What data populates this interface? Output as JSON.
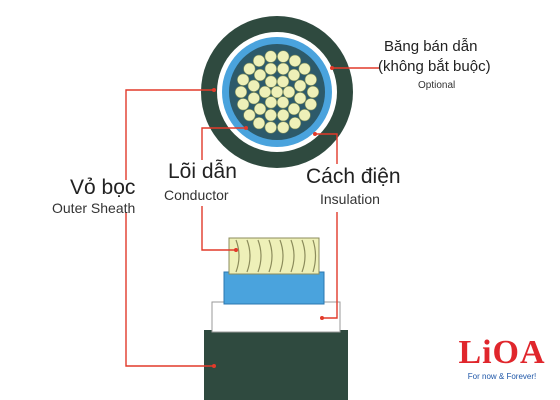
{
  "labels": {
    "semi_tape_vi_line1": "Băng bán dẫn",
    "semi_tape_vi_line2": "(không bắt buộc)",
    "semi_tape_en": "Optional",
    "sheath_vi": "Vỏ bọc",
    "sheath_en": "Outer Sheath",
    "conductor_vi": "Lõi dẫn",
    "conductor_en": "Conductor",
    "insulation_vi": "Cách điện",
    "insulation_en": "Insulation"
  },
  "logo": {
    "word": "LiOA",
    "tagline": "For now & Forever!"
  },
  "colors": {
    "sheath": "#2f4a3f",
    "white_layer": "#ffffff",
    "semiconductive_tape": "#4aa3dd",
    "conductor": "#eef0b8",
    "leader_line": "#e23a2a",
    "brand_red": "#e0262c",
    "brand_blue": "#1f57a8"
  }
}
